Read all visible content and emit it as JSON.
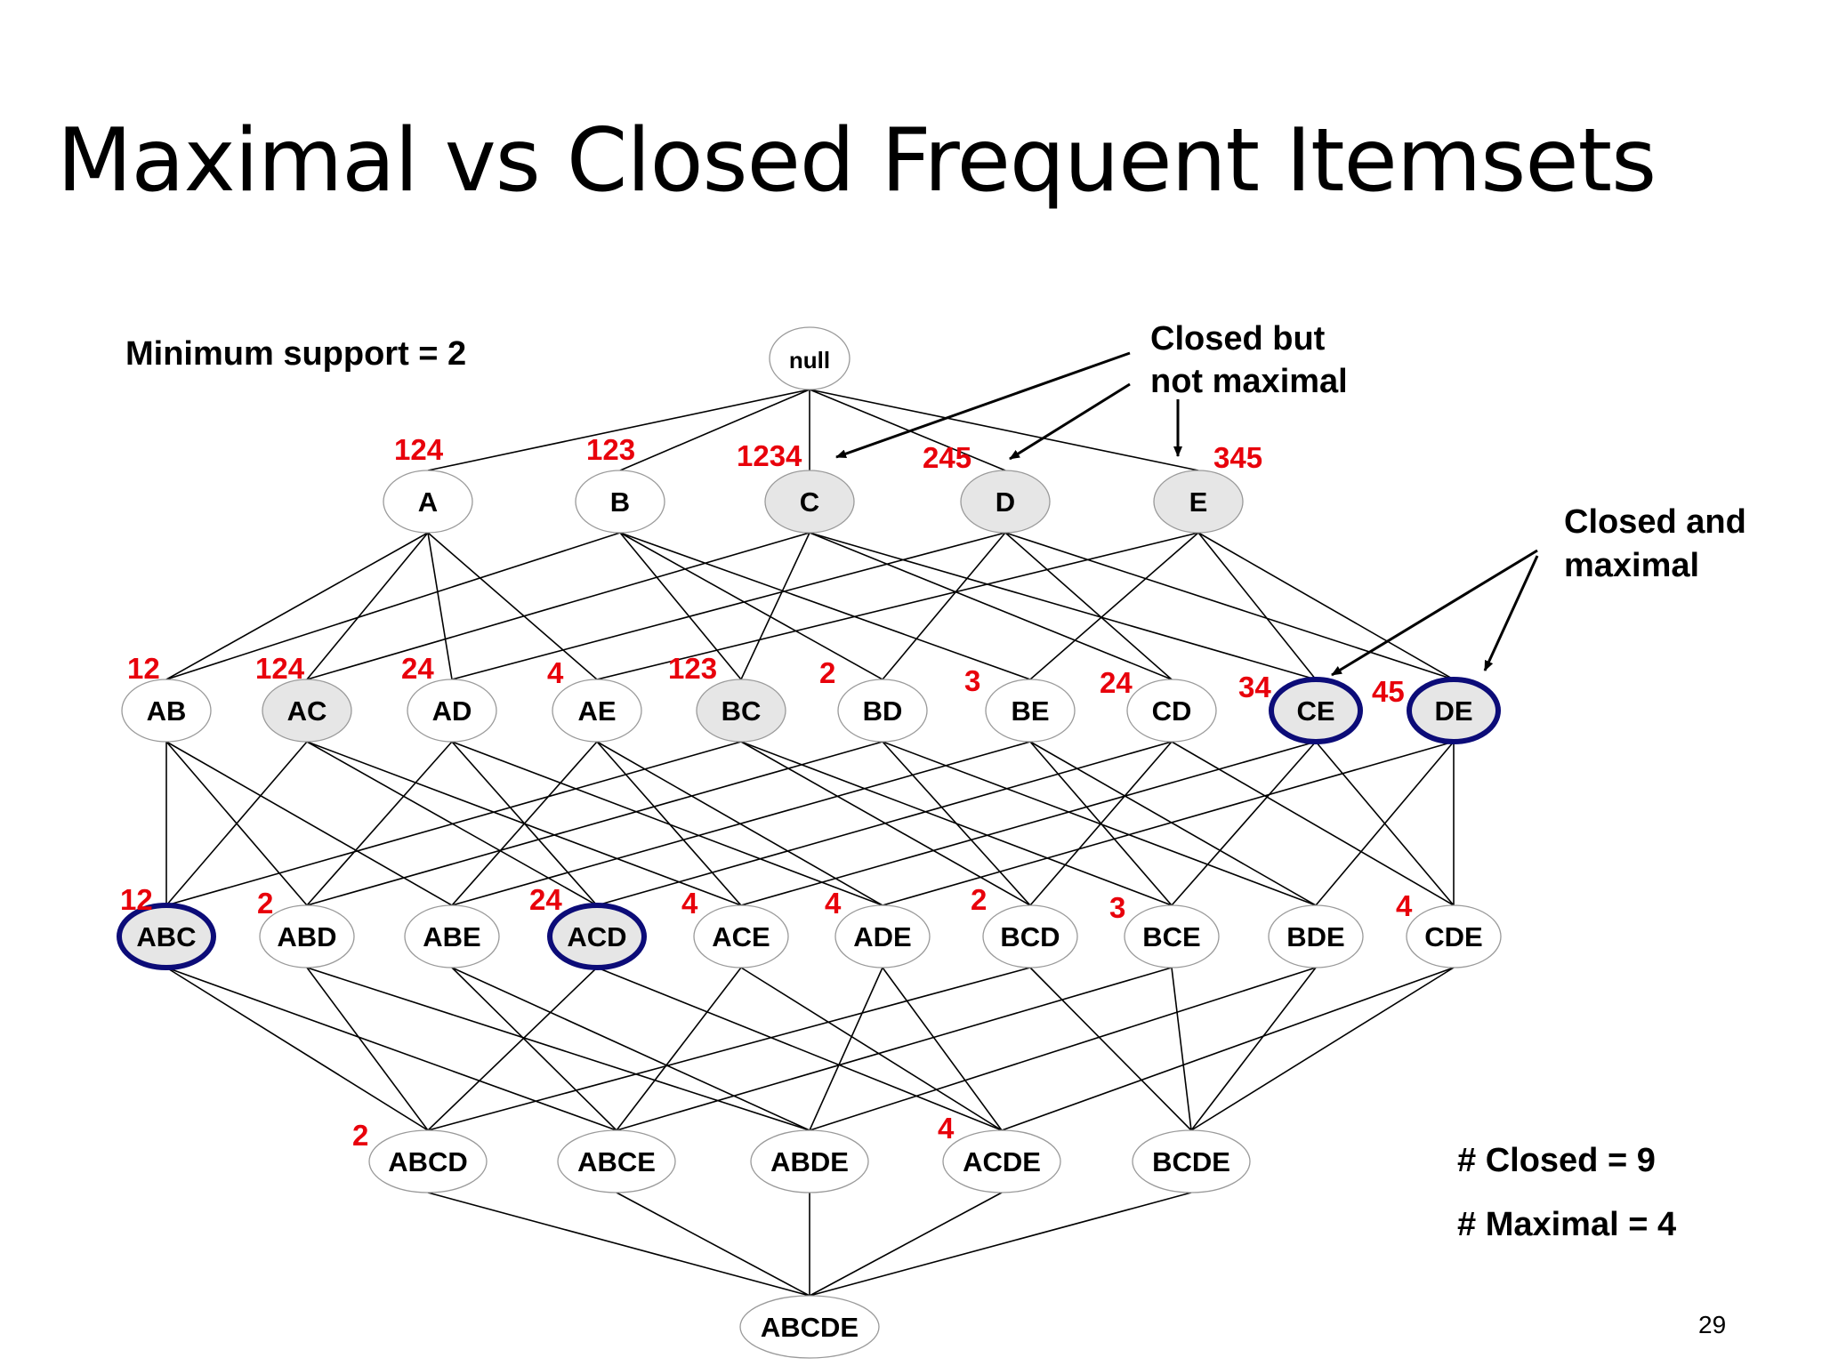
{
  "title": "Maximal vs Closed Frequent Itemsets",
  "min_support": "Minimum support = 2",
  "annotations": {
    "closed_not_maximal": [
      "Closed but",
      "not maximal"
    ],
    "closed_and_maximal": [
      "Closed and",
      "maximal"
    ],
    "closed_count": "# Closed = 9",
    "maximal_count": "# Maximal = 4"
  },
  "page_number": "29",
  "colors": {
    "support": "#e8000b",
    "closed_fill": "#e6e6e6",
    "maximal_border": "#0c0c78",
    "edge": "#000000"
  },
  "nodes": [
    {
      "id": "null",
      "label": "null",
      "support": "",
      "closed": false,
      "maximal": false
    },
    {
      "id": "A",
      "label": "A",
      "support": "124",
      "closed": false,
      "maximal": false
    },
    {
      "id": "B",
      "label": "B",
      "support": "123",
      "closed": false,
      "maximal": false
    },
    {
      "id": "C",
      "label": "C",
      "support": "1234",
      "closed": true,
      "maximal": false
    },
    {
      "id": "D",
      "label": "D",
      "support": "245",
      "closed": true,
      "maximal": false
    },
    {
      "id": "E",
      "label": "E",
      "support": "345",
      "closed": true,
      "maximal": false
    },
    {
      "id": "AB",
      "label": "AB",
      "support": "12",
      "closed": false,
      "maximal": false
    },
    {
      "id": "AC",
      "label": "AC",
      "support": "124",
      "closed": true,
      "maximal": false
    },
    {
      "id": "AD",
      "label": "AD",
      "support": "24",
      "closed": false,
      "maximal": false
    },
    {
      "id": "AE",
      "label": "AE",
      "support": "4",
      "closed": false,
      "maximal": false
    },
    {
      "id": "BC",
      "label": "BC",
      "support": "123",
      "closed": true,
      "maximal": false
    },
    {
      "id": "BD",
      "label": "BD",
      "support": "2",
      "closed": false,
      "maximal": false
    },
    {
      "id": "BE",
      "label": "BE",
      "support": "3",
      "closed": false,
      "maximal": false
    },
    {
      "id": "CD",
      "label": "CD",
      "support": "24",
      "closed": false,
      "maximal": false
    },
    {
      "id": "CE",
      "label": "CE",
      "support": "34",
      "closed": true,
      "maximal": true
    },
    {
      "id": "DE",
      "label": "DE",
      "support": "45",
      "closed": true,
      "maximal": true
    },
    {
      "id": "ABC",
      "label": "ABC",
      "support": "12",
      "closed": true,
      "maximal": true
    },
    {
      "id": "ABD",
      "label": "ABD",
      "support": "2",
      "closed": false,
      "maximal": false
    },
    {
      "id": "ABE",
      "label": "ABE",
      "support": "",
      "closed": false,
      "maximal": false
    },
    {
      "id": "ACD",
      "label": "ACD",
      "support": "24",
      "closed": true,
      "maximal": true
    },
    {
      "id": "ACE",
      "label": "ACE",
      "support": "4",
      "closed": false,
      "maximal": false
    },
    {
      "id": "ADE",
      "label": "ADE",
      "support": "4",
      "closed": false,
      "maximal": false
    },
    {
      "id": "BCD",
      "label": "BCD",
      "support": "2",
      "closed": false,
      "maximal": false
    },
    {
      "id": "BCE",
      "label": "BCE",
      "support": "3",
      "closed": false,
      "maximal": false
    },
    {
      "id": "BDE",
      "label": "BDE",
      "support": "",
      "closed": false,
      "maximal": false
    },
    {
      "id": "CDE",
      "label": "CDE",
      "support": "4",
      "closed": false,
      "maximal": false
    },
    {
      "id": "ABCD",
      "label": "ABCD",
      "support": "2",
      "closed": false,
      "maximal": false
    },
    {
      "id": "ABCE",
      "label": "ABCE",
      "support": "",
      "closed": false,
      "maximal": false
    },
    {
      "id": "ABDE",
      "label": "ABDE",
      "support": "",
      "closed": false,
      "maximal": false
    },
    {
      "id": "ACDE",
      "label": "ACDE",
      "support": "4",
      "closed": false,
      "maximal": false
    },
    {
      "id": "BCDE",
      "label": "BCDE",
      "support": "",
      "closed": false,
      "maximal": false
    },
    {
      "id": "ABCDE",
      "label": "ABCDE",
      "support": "",
      "closed": false,
      "maximal": false
    }
  ]
}
